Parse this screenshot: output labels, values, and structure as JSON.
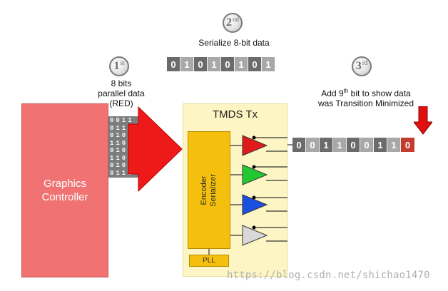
{
  "steps": [
    {
      "num": "1",
      "sup": "st"
    },
    {
      "num": "2",
      "sup": "nd"
    },
    {
      "num": "3",
      "sup": "rd"
    }
  ],
  "serialize_label": "Serialize 8-bit data",
  "serial_bits": [
    "0",
    "1",
    "0",
    "1",
    "0",
    "1",
    "0",
    "1"
  ],
  "parallel_label": {
    "line1": "8 bits",
    "line2": "parallel data",
    "line3": "(RED)"
  },
  "parallel_rows": [
    "0011",
    "0111",
    "0100",
    "1100",
    "0101",
    "1100",
    "0100",
    "0111"
  ],
  "add_bit_label": {
    "line1_pre": "Add 9",
    "line1_sup": "th",
    "line1_post": " bit to show data",
    "line2": "was Transition Minimized"
  },
  "output_bits": [
    "0",
    "0",
    "1",
    "1",
    "0",
    "0",
    "1",
    "1",
    "0"
  ],
  "graphics_controller": {
    "line1": "Graphics",
    "line2": "Controller"
  },
  "tmds": {
    "title": "TMDS Tx",
    "encoder_line1": "Encoder",
    "encoder_line2": "Serializer",
    "pll": "PLL"
  },
  "watermark": "https://blog.csdn.net/shichao1470",
  "colors": {
    "red_channel": "#e11a1a",
    "green_channel": "#22c832",
    "blue_channel": "#1a4fe0",
    "clock_channel": "#d8d8d8",
    "controller": "#f07272",
    "tmds_bg": "#fdf6c4",
    "encoder": "#f5c00d"
  }
}
